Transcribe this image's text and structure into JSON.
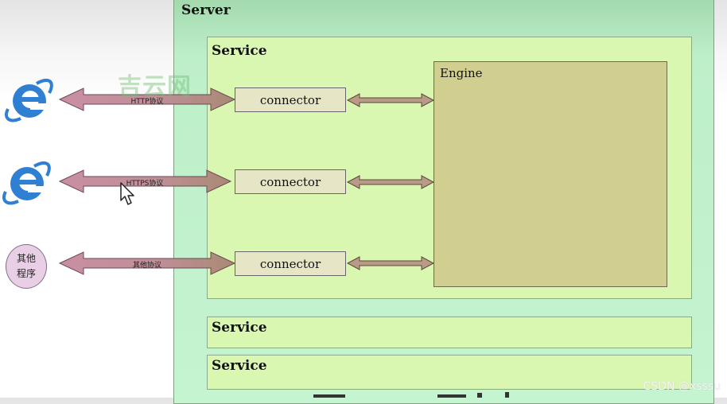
{
  "server": {
    "title": "Server"
  },
  "services": [
    {
      "title": "Service"
    },
    {
      "title": "Service"
    },
    {
      "title": "Service"
    }
  ],
  "engine": {
    "label": "Engine"
  },
  "connectors": [
    {
      "label": "connector"
    },
    {
      "label": "connector"
    },
    {
      "label": "connector"
    }
  ],
  "protocols": [
    {
      "label": "HTTP协议"
    },
    {
      "label": "HTTPS协议"
    },
    {
      "label": "其他协议"
    }
  ],
  "clients": [
    {
      "type": "browser",
      "icon": "ie-browser-icon"
    },
    {
      "type": "browser",
      "icon": "ie-browser-icon"
    },
    {
      "type": "program",
      "label_line1": "其他",
      "label_line2": "程序"
    }
  ],
  "watermarks": {
    "logo_text": "吉云网",
    "footer_text": "CSDN @xsssu"
  },
  "colors": {
    "server_bg": "#c4f4d0",
    "service_bg": "#daf7b2",
    "engine_bg": "#d1cf8f",
    "connector_bg": "#e6e6c6",
    "client_arrow": "#c9909f",
    "internal_arrow": "#b89a86"
  }
}
